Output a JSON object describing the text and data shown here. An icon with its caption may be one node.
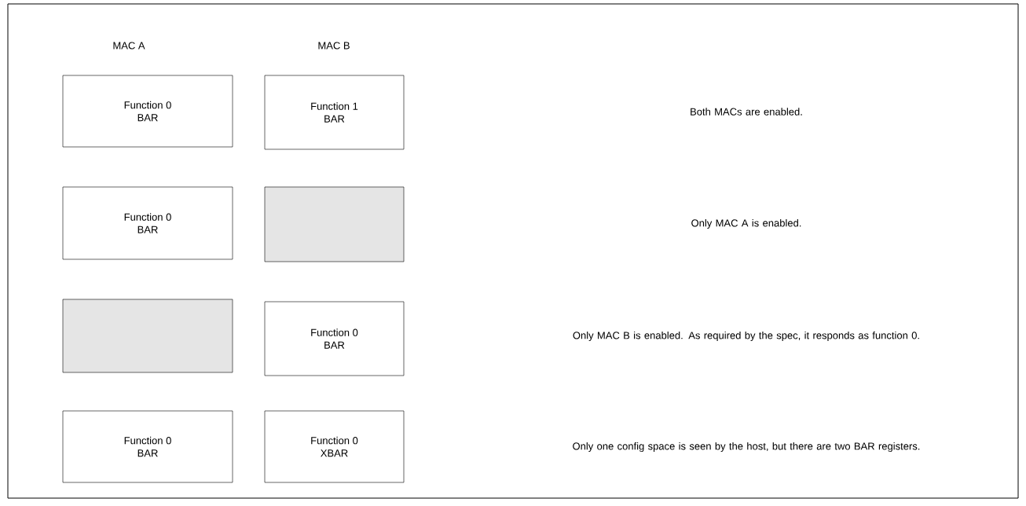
{
  "diagram": {
    "nodes": [
      {
        "text": [
          "Function 0",
          "BAR"
        ]
      },
      {
        "text": [
          "Function 1",
          "BAR"
        ]
      },
      {
        "text": [
          "Function 0",
          "BAR"
        ]
      },
      {
        "text": [],
        "shape": "box"
      },
      {
        "text": [],
        "shape": "box"
      },
      {
        "text": [
          "Function 0",
          "BAR"
        ]
      },
      {
        "text": [
          "Function 0",
          "BAR"
        ]
      },
      {
        "text": [
          "Function 0",
          "XBAR"
        ]
      }
    ],
    "edges": [],
    "labels": [
      "MAC A",
      "MAC B",
      "Both MACs are enabled.",
      "Only MAC A is enabled.",
      "Only MAC B is enabled.  As required by the spec, it responds as function 0.",
      "Only one config space is seen by the host, but there are two  BAR registers."
    ]
  }
}
